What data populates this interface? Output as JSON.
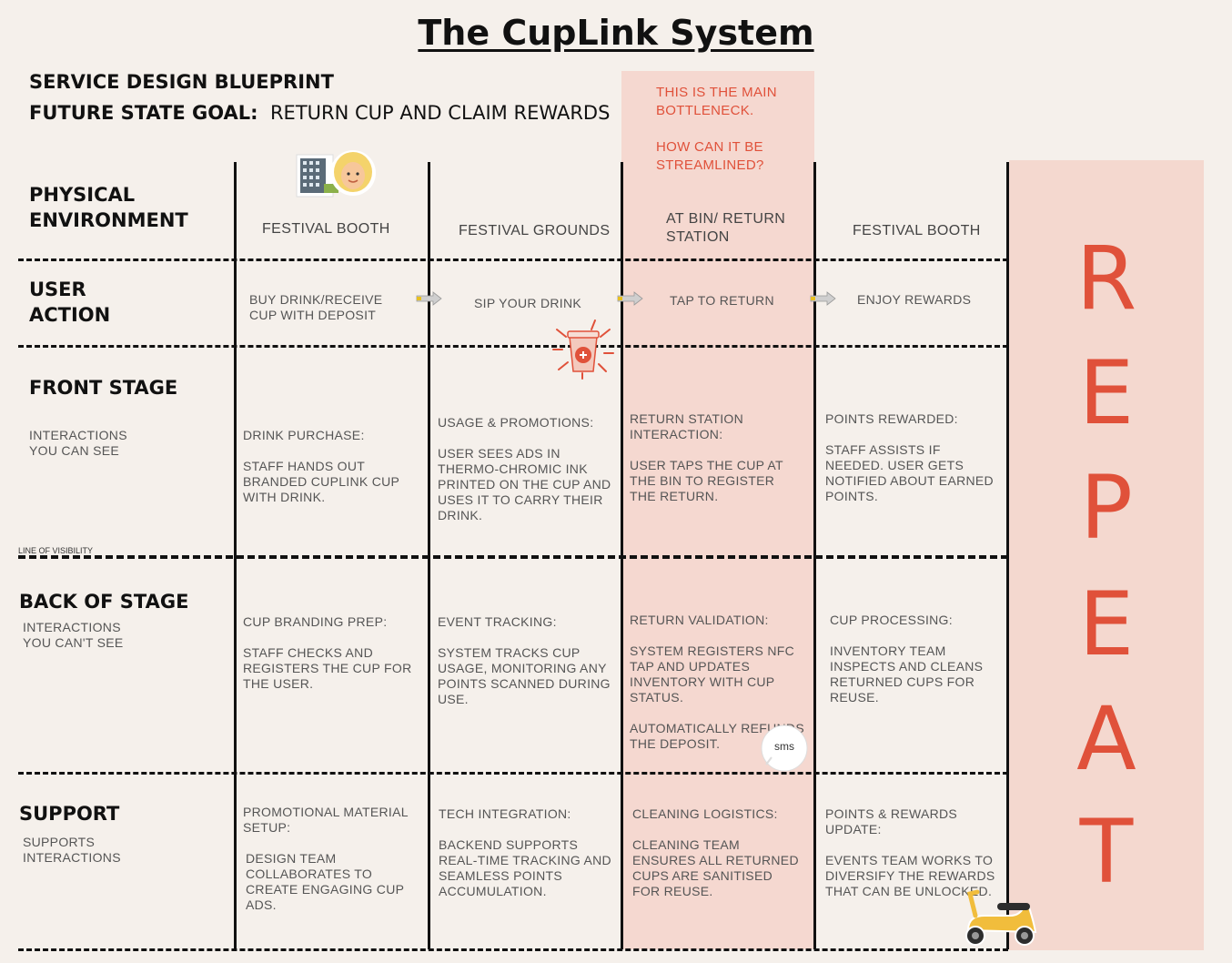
{
  "title": "The CupLink System",
  "header": {
    "line1": "SERVICE DESIGN BLUEPRINT",
    "goal_label": "FUTURE STATE GOAL:",
    "goal_text": "RETURN CUP AND CLAIM REWARDS"
  },
  "note": {
    "line1": "THIS IS THE MAIN BOTTLENECK.",
    "line2": "HOW CAN IT BE STREAMLINED?"
  },
  "rows": {
    "physical": "PHYSICAL ENVIRONMENT",
    "user": "USER ACTION",
    "front": "FRONT STAGE",
    "front_sub": "INTERACTIONS YOU CAN SEE",
    "line_of_visibility": "LINE OF VISIBILITY",
    "back": "BACK OF STAGE",
    "back_sub": "INTERACTIONS YOU CAN'T SEE",
    "support": "SUPPORT",
    "support_sub": "SUPPORTS INTERACTIONS"
  },
  "physical": [
    "FESTIVAL BOOTH",
    "FESTIVAL GROUNDS",
    "AT BIN/ RETURN STATION",
    "FESTIVAL BOOTH"
  ],
  "user_actions": [
    "BUY DRINK/RECEIVE CUP WITH DEPOSIT",
    "SIP YOUR DRINK",
    "TAP TO RETURN",
    "ENJOY REWARDS"
  ],
  "front": [
    {
      "title": "DRINK PURCHASE:",
      "body": "STAFF HANDS OUT BRANDED CUPLINK CUP WITH DRINK."
    },
    {
      "title": "USAGE & PROMOTIONS:",
      "body": "USER SEES ADS IN THERMO-CHROMIC INK PRINTED ON THE CUP AND USES IT TO CARRY THEIR DRINK."
    },
    {
      "title": "RETURN STATION INTERACTION:",
      "body": "USER TAPS THE CUP AT THE BIN TO REGISTER THE RETURN."
    },
    {
      "title": "POINTS REWARDED:",
      "body": "STAFF ASSISTS IF NEEDED. USER GETS NOTIFIED ABOUT EARNED POINTS."
    }
  ],
  "back": [
    {
      "title": "CUP BRANDING PREP:",
      "body": "STAFF CHECKS AND REGISTERS THE CUP FOR THE USER."
    },
    {
      "title": "EVENT TRACKING:",
      "body": "SYSTEM TRACKS CUP USAGE, MONITORING ANY POINTS SCANNED DURING USE."
    },
    {
      "title": "RETURN VALIDATION:",
      "body": "SYSTEM REGISTERS NFC TAP AND UPDATES INVENTORY WITH CUP STATUS.",
      "body2": "AUTOMATICALLY REFUNDS THE DEPOSIT."
    },
    {
      "title": "CUP PROCESSING:",
      "body": "INVENTORY TEAM INSPECTS AND CLEANS RETURNED CUPS FOR REUSE."
    }
  ],
  "support": [
    {
      "title": "PROMOTIONAL MATERIAL SETUP:",
      "body": "DESIGN TEAM COLLABORATES TO CREATE ENGAGING CUP ADS."
    },
    {
      "title": "TECH INTEGRATION:",
      "body": "BACKEND SUPPORTS REAL-TIME TRACKING AND SEAMLESS POINTS ACCUMULATION."
    },
    {
      "title": "CLEANING LOGISTICS:",
      "body": "CLEANING TEAM ENSURES ALL RETURNED CUPS ARE SANITISED FOR REUSE."
    },
    {
      "title": "POINTS & REWARDS UPDATE:",
      "body": "EVENTS TEAM WORKS TO DIVERSIFY THE REWARDS THAT CAN BE UNLOCKED."
    }
  ],
  "sms_label": "sms",
  "repeat_letters": [
    "R",
    "E",
    "P",
    "E",
    "A",
    "T"
  ],
  "colors": {
    "accent": "#e0513a",
    "highlight": "#f5d8d0",
    "background": "#f5f0eb"
  }
}
